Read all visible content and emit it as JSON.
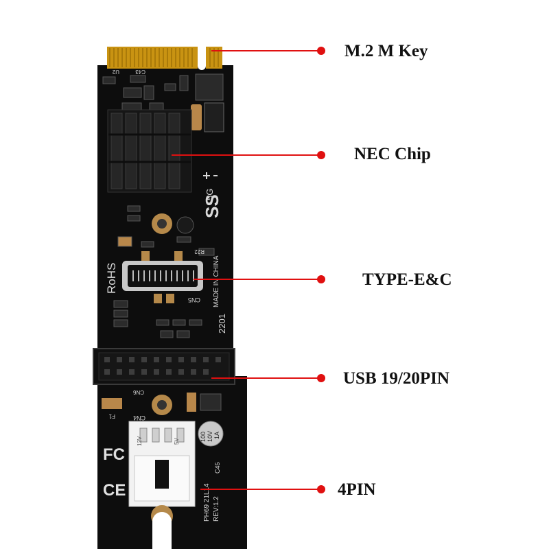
{
  "labels": {
    "m2_key": "M.2  M Key",
    "nec_chip": "NEC Chip",
    "type_e": "TYPE-E&C",
    "usb_header": "USB 19/20PIN",
    "four_pin": "4PIN"
  },
  "silkscreen": {
    "rohs": "RoHS",
    "made_in_china": "MADE IN CHINA",
    "ss": "SS",
    "five_g": "5G",
    "cn5": "CN5",
    "cn6": "CN6",
    "cn4": "CN4",
    "pin_12v": "12V",
    "pin_5v": "5V",
    "part_no": "PH69  21L14",
    "rev": "REV:1.2",
    "u2": "U2",
    "c43": "C43",
    "c45": "C45",
    "r22": "R22",
    "cap_rating_1": "100",
    "cap_rating_2": "10V",
    "cap_rating_3": "1A",
    "f1": "F1"
  },
  "colors": {
    "pcb": "#0d0d0d",
    "gold_finger": "#d4a017",
    "callout_red": "#e01010",
    "connector_white": "#f2f2f2"
  },
  "icons": [
    "usb-ss-logo-icon",
    "fcc-logo-icon",
    "ce-logo-icon",
    "screw-hole-icon"
  ]
}
